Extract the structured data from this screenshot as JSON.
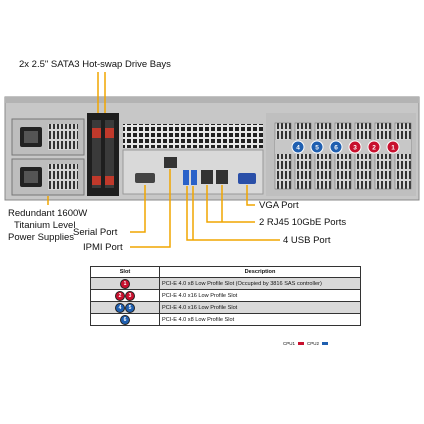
{
  "labels": {
    "drive_bays": "2x 2.5\" SATA3 Hot-swap Drive Bays",
    "psu_line1": "Redundant  1600W",
    "psu_line2": "Titanium Level",
    "psu_line3": "Power Supplies",
    "serial": "Serial Port",
    "ipmi": "IPMI Port",
    "vga": "VGA Port",
    "rj45": "2 RJ45 10GbE Ports",
    "usb": "4 USB Port"
  },
  "slot_numbers_on_chassis": [
    "4",
    "5",
    "6",
    "3",
    "2",
    "1"
  ],
  "table": {
    "headers": {
      "slot": "Slot",
      "description": "Description"
    },
    "rows": [
      {
        "badges": [
          "1"
        ],
        "description": "PCI-E 4.0 x8 Low  Profile Slot (Occupied by 3816 SAS controller)"
      },
      {
        "badges": [
          "2",
          "3"
        ],
        "description": "PCI-E 4.0 x16 Low Profile Slot"
      },
      {
        "badges": [
          "4",
          "5"
        ],
        "description": "PCI-E 4.0 x16 Low Profile Slot"
      },
      {
        "badges": [
          "6"
        ],
        "description": "PCI-E 4.0 x8 Low Profile Slot"
      }
    ]
  },
  "legend": {
    "cpu1": "CPU1",
    "cpu2": "CPU2"
  },
  "colors": {
    "cpu1": "#c8102e",
    "cpu2": "#1f5fb0",
    "leader": "#f0a500"
  }
}
